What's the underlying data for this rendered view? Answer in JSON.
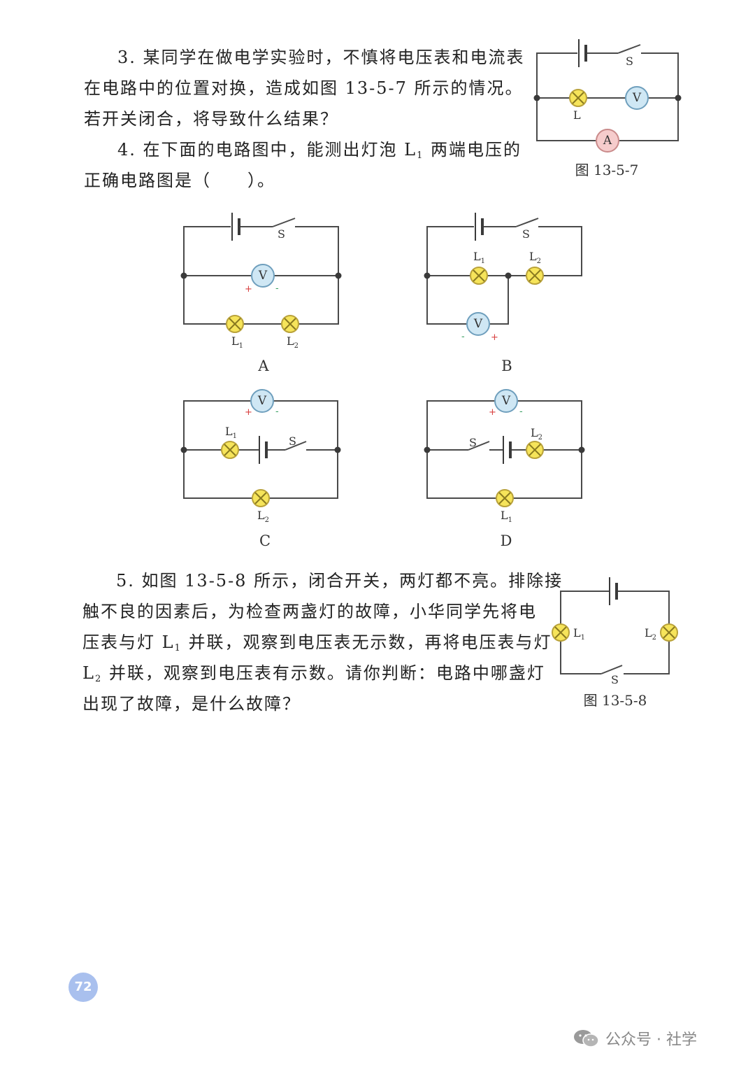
{
  "q3": {
    "lines": [
      "3. 某同学在做电学实验时，不慎将电压表和电流表",
      "在电路中的位置对换，造成如图 13-5-7 所示的情况。",
      "若开关闭合，将导致什么结果？"
    ]
  },
  "q4": {
    "line1_pre": "4. 在下面的电路图中，能测出灯泡 L",
    "line1_sub": "1",
    "line1_post": " 两端电压的",
    "line2": "正确电路图是（　　）。"
  },
  "fig7": {
    "caption": "图 13-5-7",
    "switch": "S",
    "lamp": "L",
    "voltmeter": "V",
    "ammeter": "A"
  },
  "options": {
    "A": {
      "label": "A"
    },
    "B": {
      "label": "B"
    },
    "C": {
      "label": "C"
    },
    "D": {
      "label": "D"
    }
  },
  "symbols": {
    "switch": "S",
    "voltmeter": "V",
    "plus": "+",
    "minus": "-",
    "lamp": "L",
    "sub1": "1",
    "sub2": "2"
  },
  "q5": {
    "l1": "5. 如图 13-5-8 所示，闭合开关，两灯都不亮。排除接",
    "l2": "触不良的因素后，为检查两盏灯的故障，小华同学先将电",
    "l3_pre": "压表与灯 L",
    "l3_sub": "1",
    "l3_post": " 并联，观察到电压表无示数，再将电压表与灯",
    "l4_pre": "L",
    "l4_sub": "2",
    "l4_post": " 并联，观察到电压表有示数。请你判断：电路中哪盏灯",
    "l5": "出现了故障，是什么故障？"
  },
  "fig8": {
    "caption": "图 13-5-8",
    "switch": "S"
  },
  "page_number": "72",
  "watermark": "公众号 · 社学"
}
